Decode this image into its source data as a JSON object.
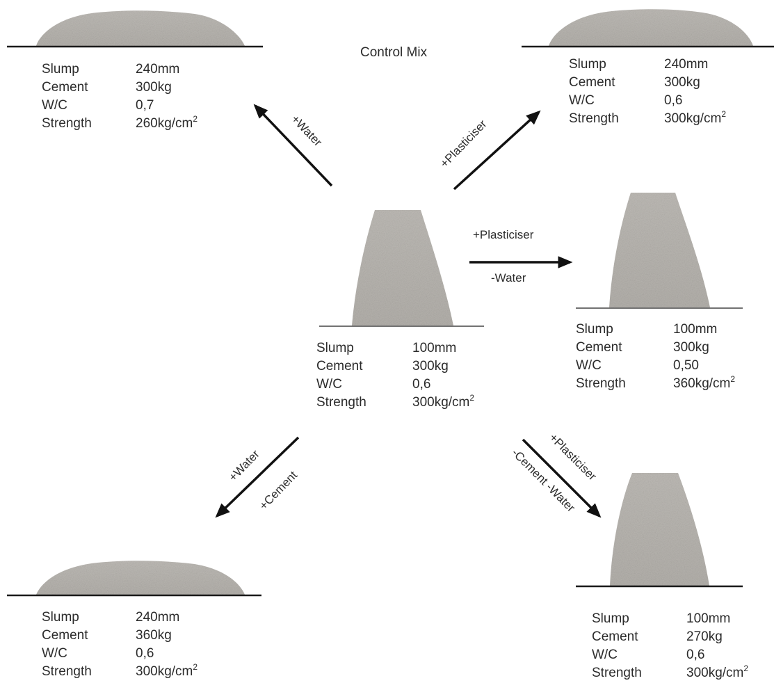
{
  "title": "Control Mix",
  "mixes": {
    "center": {
      "slump": "100mm",
      "cement": "300kg",
      "wc": "0,6",
      "strength": "300kg/cm",
      "unit_exp": "2"
    },
    "top_left": {
      "slump": "240mm",
      "cement": "300kg",
      "wc": "0,7",
      "strength": "260kg/cm",
      "unit_exp": "2"
    },
    "top_right": {
      "slump": "240mm",
      "cement": "300kg",
      "wc": "0,6",
      "strength": "300kg/cm",
      "unit_exp": "2"
    },
    "mid_right": {
      "slump": "100mm",
      "cement": "300kg",
      "wc": "0,50",
      "strength": "360kg/cm",
      "unit_exp": "2"
    },
    "bottom_left": {
      "slump": "240mm",
      "cement": "360kg",
      "wc": "0,6",
      "strength": "300kg/cm",
      "unit_exp": "2"
    },
    "bottom_right": {
      "slump": "100mm",
      "cement": "270kg",
      "wc": "0,6",
      "strength": "300kg/cm",
      "unit_exp": "2"
    }
  },
  "row_labels": {
    "slump": "Slump",
    "cement": "Cement",
    "wc": "W/C",
    "strength": "Strength"
  },
  "arrows": {
    "to_top_left": [
      "+Water"
    ],
    "to_top_right": [
      "+Plasticiser"
    ],
    "to_mid_right": [
      "+Plasticiser",
      "-Water"
    ],
    "to_bottom_left": [
      "+Water",
      "+Cement"
    ],
    "to_bottom_right": [
      "+Plasticiser",
      "-Cement -Water"
    ]
  },
  "colors": {
    "concrete": "#b9b6b1",
    "line": "#111111",
    "text": "#2b2b2b"
  }
}
